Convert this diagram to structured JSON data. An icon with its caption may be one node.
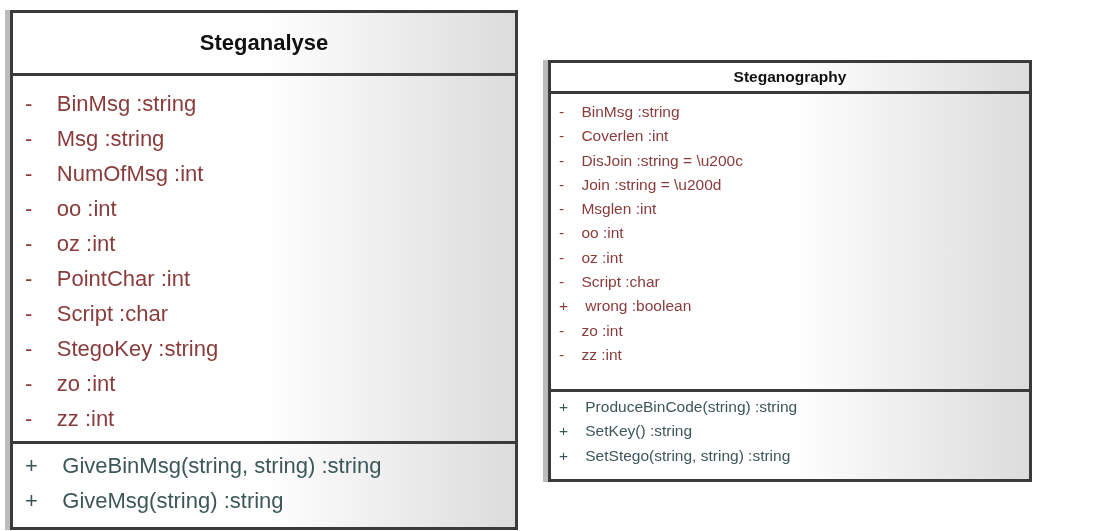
{
  "diagram": {
    "nodes": [
      {
        "text": [
          "Steganalyse"
        ]
      },
      {
        "text": [
          "- BinMsg :string",
          "- Msg :string",
          "- NumOfMsg :int",
          "- oo :int",
          "- oz :int",
          "- PointChar :int",
          "- Script :char",
          "- StegoKey :string",
          "- zo :int",
          "- zz :int"
        ],
        "in": 0
      },
      {
        "text": [
          "+ GiveBinMsg(string, string) :string",
          "+ GiveMsg(string) :string"
        ],
        "in": 0
      },
      {
        "text": [
          "Steganography"
        ]
      },
      {
        "text": [
          "- BinMsg :string",
          "- Coverlen :int",
          "- DisJoin :string = \\u200c",
          "- Join :string = \\u200d",
          "- Msglen :int",
          "- oo :int",
          "- oz :int",
          "- Script :char",
          "+ wrong :boolean",
          "- zo :int",
          "- zz :int"
        ],
        "in": 3
      },
      {
        "text": [
          "+ ProduceBinCode(string) :string",
          "+ SetKey() :string",
          "+ SetStego(string, string) :string"
        ],
        "in": 3
      }
    ]
  }
}
